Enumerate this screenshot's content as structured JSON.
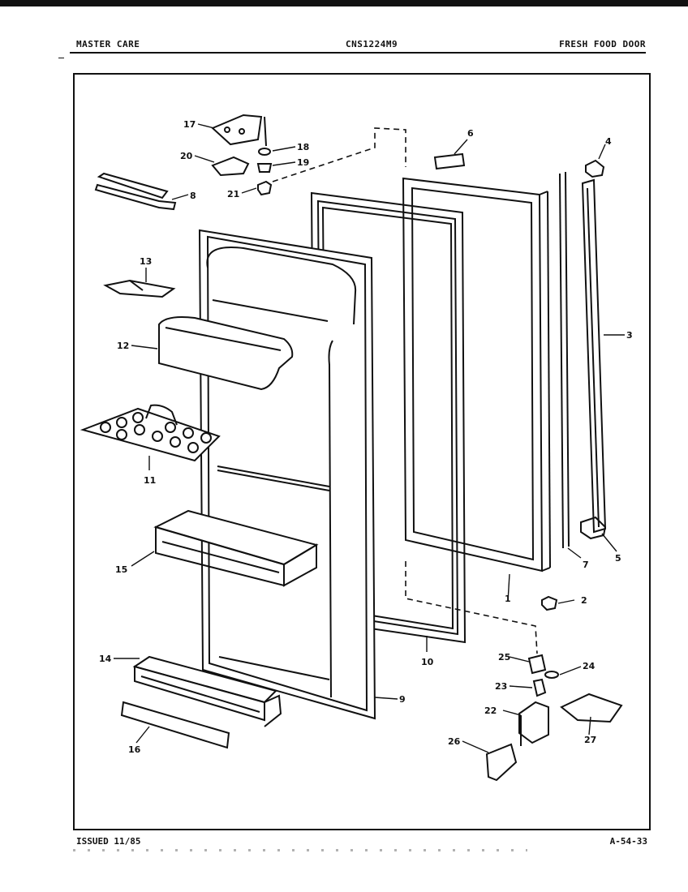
{
  "header": {
    "left": "MASTER CARE",
    "center": "CNS1224M9",
    "right": "FRESH FOOD DOOR"
  },
  "footer": {
    "issued": "ISSUED 11/85",
    "code": "A-54-33"
  },
  "callouts": {
    "c1": "1",
    "c2": "2",
    "c3": "3",
    "c4": "4",
    "c5": "5",
    "c6": "6",
    "c7": "7",
    "c8": "8",
    "c9": "9",
    "c10": "10",
    "c11": "11",
    "c12": "12",
    "c13": "13",
    "c14": "14",
    "c15": "15",
    "c16": "16",
    "c17": "17",
    "c18": "18",
    "c19": "19",
    "c20": "20",
    "c21": "21",
    "c22": "22",
    "c23": "23",
    "c24": "24",
    "c25": "25",
    "c26": "26",
    "c27": "27"
  }
}
